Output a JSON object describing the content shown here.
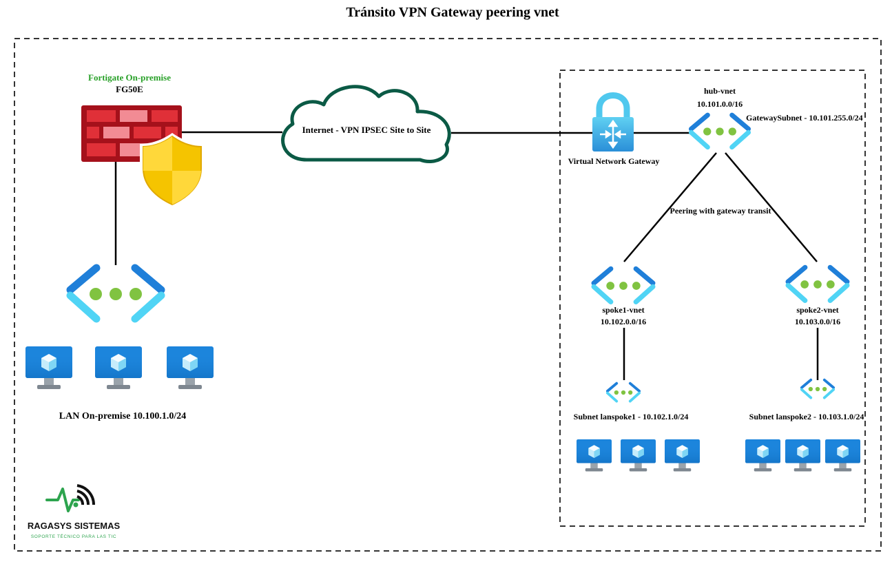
{
  "title": "Tránsito VPN Gateway peering vnet",
  "onprem": {
    "firewall_vendor": "Fortigate On-premise",
    "firewall_model": "FG50E",
    "lan_label": "LAN On-premise 10.100.1.0/24",
    "firewall_icon": "firewall-icon",
    "shield_icon": "shield-icon",
    "vnet_icon": "virtual-network-icon",
    "monitor_icon": "virtual-machine-monitor-icon"
  },
  "internet_label": "Internet - VPN IPSEC Site to Site",
  "azure": {
    "gateway_label": "Virtual Network Gateway",
    "gateway_icon": "vpn-gateway-lock-icon",
    "hub": {
      "name": "hub-vnet",
      "cidr": "10.101.0.0/16",
      "gateway_subnet": "GatewaySubnet - 10.101.255.0/24"
    },
    "peering_label": "Peering with gateway transit",
    "spoke1": {
      "name": "spoke1-vnet",
      "cidr": "10.102.0.0/16",
      "subnet": "Subnet lanspoke1 - 10.102.1.0/24"
    },
    "spoke2": {
      "name": "spoke2-vnet",
      "cidr": "10.103.0.0/16",
      "subnet": "Subnet lanspoke2 - 10.103.1.0/24"
    }
  },
  "logo": {
    "company": "RAGASYS SISTEMAS",
    "tagline": "SOPORTE TÉCNICO PARA LAS TIC"
  },
  "colors": {
    "vnet_dark_blue": "#1f7fd9",
    "vnet_light_blue": "#50d4f5",
    "vnet_dots": "#80c341",
    "firewall_red": "#c8232b",
    "shield_yellow": "#f5c400",
    "cloud_stroke": "#0b5a45",
    "fortigate_green": "#28a028",
    "logo_green": "#2da44e"
  }
}
